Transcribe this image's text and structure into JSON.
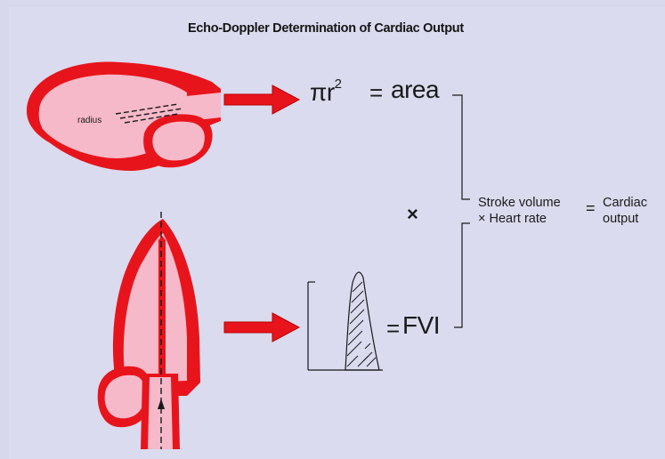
{
  "title": "Echo-Doppler Determination of Cardiac Output",
  "labels": {
    "radius": "radius",
    "pi_r": "πr",
    "pi_exp": "2",
    "equals": "=",
    "area": "area",
    "times": "×",
    "stroke_volume": "Stroke volume",
    "heart_rate": "× Heart rate",
    "cardiac": "Cardiac",
    "output": "output",
    "fvi": "FVI"
  },
  "colors": {
    "background": "#dadbee",
    "heart_wall": "#e8141c",
    "heart_chamber": "#f6b9c9",
    "arrow": "#e8141c",
    "text": "#1a1a1a"
  }
}
